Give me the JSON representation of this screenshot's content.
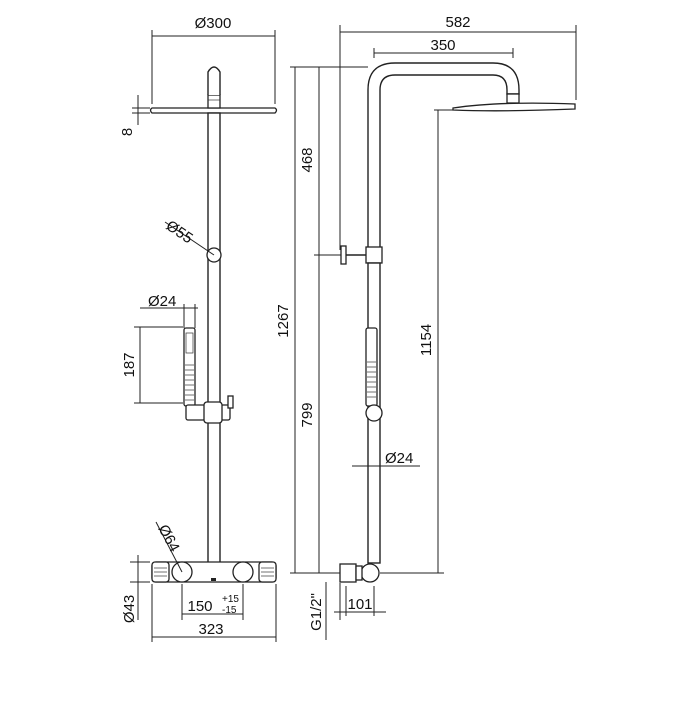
{
  "drawing": {
    "front_view": {
      "head_diameter": "Ø300",
      "head_thickness": "8",
      "wall_bracket_diameter": "Ø55",
      "hand_shower_diameter": "Ø24",
      "hand_shower_length": "187",
      "knob_diameter": "Ø64",
      "mixer_height": "Ø43",
      "center_distance": "150",
      "tolerance_plus": "+15",
      "tolerance_minus": "-15",
      "mixer_width": "323"
    },
    "side_view": {
      "total_projection": "582",
      "arm_length": "350",
      "bracket_to_head": "468",
      "total_height": "1267",
      "head_height": "1154",
      "bracket_height": "799",
      "pipe_diameter": "Ø24",
      "thread": "G1/2\"",
      "wall_distance": "101"
    }
  }
}
